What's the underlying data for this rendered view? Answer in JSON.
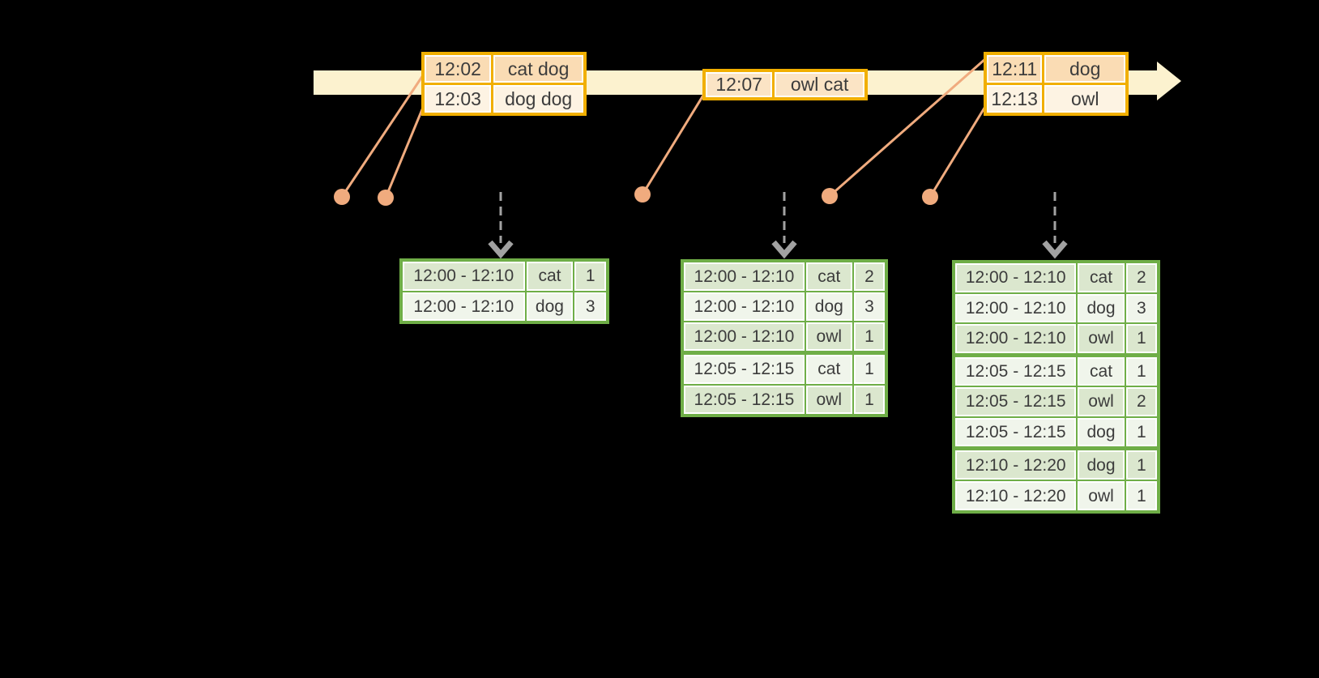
{
  "diagram": {
    "title_hint": "streaming windowed word counts",
    "colors": {
      "background": "#000000",
      "timeline_band": "#fcf2cf",
      "event_table_border": "#f1af00",
      "event_row_dark": "#fadcb4",
      "event_row_light": "#fdf3e3",
      "event_row_single": "#fbe4c5",
      "connector": "#f0ab7e",
      "result_table_border": "#6fae47",
      "result_row_dark": "#dbe7ce",
      "result_row_light": "#f0f5eb",
      "trigger_arrow": "#a2a2a2",
      "text": "#3c3c3c"
    },
    "event_tables": [
      {
        "rows": [
          {
            "time": "12:02",
            "text": "cat dog"
          },
          {
            "time": "12:03",
            "text": "dog dog"
          }
        ]
      },
      {
        "rows": [
          {
            "time": "12:07",
            "text": "owl cat"
          }
        ]
      },
      {
        "rows": [
          {
            "time": "12:11",
            "text": "dog"
          },
          {
            "time": "12:13",
            "text": "owl"
          }
        ]
      }
    ],
    "result_tables": [
      {
        "groups": [
          [
            [
              "12:00 - 12:10",
              "cat",
              "1"
            ],
            [
              "12:00 - 12:10",
              "dog",
              "3"
            ]
          ]
        ]
      },
      {
        "groups": [
          [
            [
              "12:00 - 12:10",
              "cat",
              "2"
            ],
            [
              "12:00 - 12:10",
              "dog",
              "3"
            ],
            [
              "12:00 - 12:10",
              "owl",
              "1"
            ]
          ],
          [
            [
              "12:05 - 12:15",
              "cat",
              "1"
            ],
            [
              "12:05 - 12:15",
              "owl",
              "1"
            ]
          ]
        ]
      },
      {
        "groups": [
          [
            [
              "12:00 - 12:10",
              "cat",
              "2"
            ],
            [
              "12:00 - 12:10",
              "dog",
              "3"
            ],
            [
              "12:00 - 12:10",
              "owl",
              "1"
            ]
          ],
          [
            [
              "12:05 - 12:15",
              "cat",
              "1"
            ],
            [
              "12:05 - 12:15",
              "owl",
              "2"
            ],
            [
              "12:05 - 12:15",
              "dog",
              "1"
            ]
          ],
          [
            [
              "12:10 - 12:20",
              "dog",
              "1"
            ],
            [
              "12:10 - 12:20",
              "owl",
              "1"
            ]
          ]
        ]
      }
    ]
  }
}
